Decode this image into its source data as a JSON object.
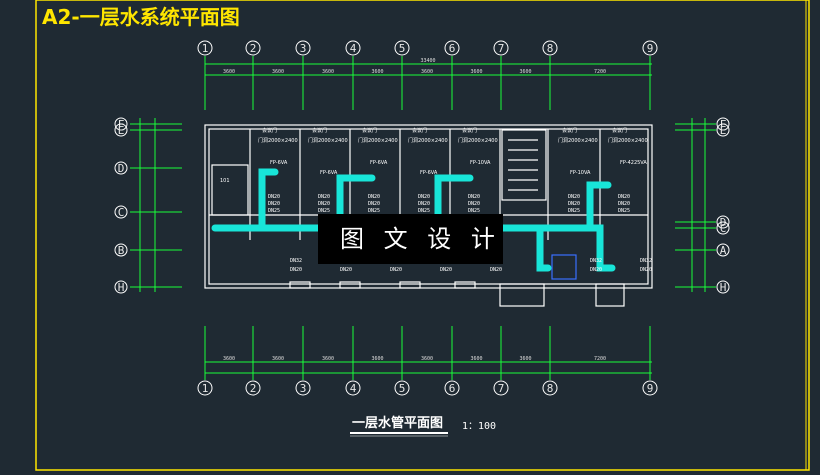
{
  "title": "A2-一层水系统平面图",
  "overlay_text": "图 文 设 计",
  "drawing_title": "一层水管平面图",
  "drawing_scale": "1：100",
  "axes_top": [
    "1",
    "2",
    "3",
    "4",
    "5",
    "6",
    "7",
    "8",
    "9"
  ],
  "axes_left": [
    "F",
    "E",
    "D",
    "C",
    "B",
    "H"
  ],
  "axes_right": [
    "F",
    "E",
    "D",
    "C",
    "A",
    "H"
  ],
  "dims_top": [
    "3600",
    "3600",
    "3600",
    "3600",
    "3600",
    "3600",
    "3600",
    "7200"
  ],
  "total_top": "33400",
  "rooms": {
    "main_door": "会议门",
    "door_size": "门洞2000×2400",
    "fcu_labels": [
      "FP-6VA",
      "FP-6VA",
      "FP-6VA",
      "FP-6VA",
      "FP-10VA",
      "FP-10VA",
      "FP-4225VA"
    ],
    "office": "101",
    "pipe": "DN20",
    "pipe2": "DN25",
    "pipe3": "DN32"
  },
  "colors": {
    "bg": "#1f2a33",
    "title": "#ffe600",
    "grid_green": "#19ff3a",
    "wall": "#ffffff",
    "pipe": "#18e5d8",
    "dim_magenta": "#ff4fff"
  }
}
